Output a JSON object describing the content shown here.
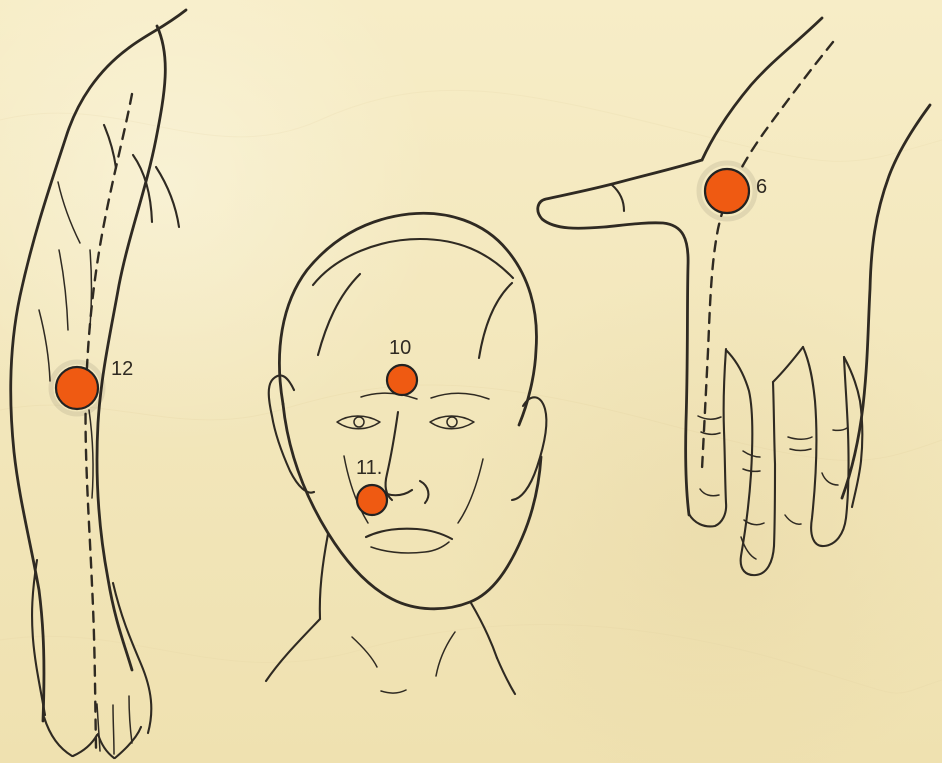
{
  "colors": {
    "accent": "#ef5a12"
  },
  "labels": {
    "label_12": "12",
    "label_10": "10",
    "label_11": "11.",
    "label_6": "6"
  }
}
